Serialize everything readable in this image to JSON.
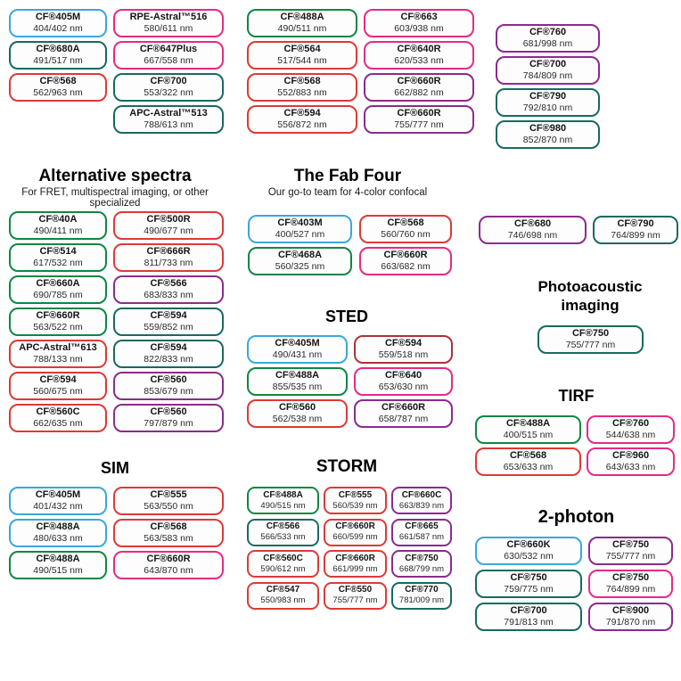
{
  "palette": {
    "blue": "#3aa7dd",
    "green": "#0e8743",
    "teal": "#186a60",
    "red": "#dd3a35",
    "darkred": "#a93439",
    "pink": "#e62a85",
    "purple": "#8c2b8c"
  },
  "groups": {
    "topLeft": {
      "columns": [
        [
          {
            "n": "CF®405M",
            "w": "404/402 nm",
            "c": "blue"
          },
          {
            "n": "CF®680A",
            "w": "491/517 nm",
            "c": "teal"
          },
          {
            "n": "CF®568",
            "w": "562/963 nm",
            "c": "red"
          }
        ],
        [
          {
            "n": "RPE-Astral™516",
            "w": "580/611 nm",
            "c": "pink"
          },
          {
            "n": "CF®647Plus",
            "w": "667/558 nm",
            "c": "pink"
          },
          {
            "n": "CF®700",
            "w": "553/322 nm",
            "c": "teal"
          },
          {
            "n": "APC-Astral™513",
            "w": "788/613 nm",
            "c": "teal"
          }
        ]
      ]
    },
    "topMiddle": {
      "columns": [
        [
          {
            "n": "CF®488A",
            "w": "490/511 nm",
            "c": "green"
          },
          {
            "n": "CF®564",
            "w": "517/544 nm",
            "c": "red"
          },
          {
            "n": "CF®568",
            "w": "552/883 nm",
            "c": "red"
          },
          {
            "n": "CF®594",
            "w": "556/872 nm",
            "c": "red"
          }
        ],
        [
          {
            "n": "CF®663",
            "w": "603/938 nm",
            "c": "pink"
          },
          {
            "n": "CF®640R",
            "w": "620/533 nm",
            "c": "pink"
          },
          {
            "n": "CF®660R",
            "w": "662/882 nm",
            "c": "purple"
          },
          {
            "n": "CF®660R",
            "w": "755/777 nm",
            "c": "purple"
          }
        ]
      ]
    },
    "topRight": {
      "columns": [
        [
          {
            "n": "CF®760",
            "w": "681/998 nm",
            "c": "purple"
          },
          {
            "n": "CF®700",
            "w": "784/809 nm",
            "c": "purple"
          },
          {
            "n": "CF®790",
            "w": "792/810 nm",
            "c": "teal"
          },
          {
            "n": "CF®980",
            "w": "852/870 nm",
            "c": "teal"
          }
        ]
      ]
    },
    "alt": {
      "title": "Alternative spectra",
      "subtitle": "For FRET, multispectral imaging, or other specialized",
      "columns": [
        [
          {
            "n": "CF®40A",
            "w": "490/411 nm",
            "c": "green"
          },
          {
            "n": "CF®514",
            "w": "617/532 nm",
            "c": "green"
          },
          {
            "n": "CF®660A",
            "w": "690/785 nm",
            "c": "green"
          },
          {
            "n": "CF®660R",
            "w": "563/522 nm",
            "c": "green"
          },
          {
            "n": "APC-Astral™613",
            "w": "788/133 nm",
            "c": "red"
          },
          {
            "n": "CF®594",
            "w": "560/675 nm",
            "c": "red"
          },
          {
            "n": "CF®560C",
            "w": "662/635 nm",
            "c": "red"
          }
        ],
        [
          {
            "n": "CF®500R",
            "w": "490/677 nm",
            "c": "red"
          },
          {
            "n": "CF®666R",
            "w": "811/733 nm",
            "c": "red"
          },
          {
            "n": "CF®566",
            "w": "683/833 nm",
            "c": "purple"
          },
          {
            "n": "CF®594",
            "w": "559/852 nm",
            "c": "teal"
          },
          {
            "n": "CF®594",
            "w": "822/833 nm",
            "c": "teal"
          },
          {
            "n": "CF®560",
            "w": "853/679 nm",
            "c": "purple"
          },
          {
            "n": "CF®560",
            "w": "797/879 nm",
            "c": "purple"
          }
        ]
      ]
    },
    "fabFour": {
      "title": "The Fab Four",
      "subtitle": "Our go-to team for 4-color confocal",
      "columns": [
        [
          {
            "n": "CF®403M",
            "w": "400/527 nm",
            "c": "blue"
          },
          {
            "n": "CF®468A",
            "w": "560/325 nm",
            "c": "green"
          }
        ],
        [
          {
            "n": "CF®568",
            "w": "560/760 nm",
            "c": "red"
          },
          {
            "n": "CF®660R",
            "w": "663/682 nm",
            "c": "pink"
          }
        ]
      ]
    },
    "nearIR": {
      "columns": [
        [
          {
            "n": "CF®680",
            "w": "746/698 nm",
            "c": "purple"
          }
        ],
        [
          {
            "n": "CF®790",
            "w": "764/899 nm",
            "c": "teal"
          }
        ]
      ]
    },
    "photoacoustic": {
      "title": "Photoacoustic imaging",
      "columns": [
        [
          {
            "n": "CF®750",
            "w": "755/777 nm",
            "c": "teal"
          }
        ]
      ]
    },
    "sted": {
      "title": "STED",
      "columns": [
        [
          {
            "n": "CF®405M",
            "w": "490/431 nm",
            "c": "blue"
          },
          {
            "n": "CF®488A",
            "w": "855/535 nm",
            "c": "green"
          },
          {
            "n": "CF®560",
            "w": "562/538 nm",
            "c": "red"
          }
        ],
        [
          {
            "n": "CF®594",
            "w": "559/518 nm",
            "c": "darkred"
          },
          {
            "n": "CF®640",
            "w": "653/630 nm",
            "c": "pink"
          },
          {
            "n": "CF®660R",
            "w": "658/787 nm",
            "c": "purple"
          }
        ]
      ]
    },
    "tirf": {
      "title": "TIRF",
      "columns": [
        [
          {
            "n": "CF®488A",
            "w": "400/515 nm",
            "c": "green"
          },
          {
            "n": "CF®568",
            "w": "653/633 nm",
            "c": "red"
          }
        ],
        [
          {
            "n": "CF®760",
            "w": "544/638 nm",
            "c": "pink"
          },
          {
            "n": "CF®960",
            "w": "643/633 nm",
            "c": "pink"
          }
        ]
      ]
    },
    "sim": {
      "title": "SIM",
      "columns": [
        [
          {
            "n": "CF®405M",
            "w": "401/432 nm",
            "c": "blue"
          },
          {
            "n": "CF®488A",
            "w": "480/633 nm",
            "c": "blue"
          },
          {
            "n": "CF®488A",
            "w": "490/515 nm",
            "c": "green"
          }
        ],
        [
          {
            "n": "CF®555",
            "w": "563/550 nm",
            "c": "red"
          },
          {
            "n": "CF®568",
            "w": "563/583 nm",
            "c": "red"
          },
          {
            "n": "CF®660R",
            "w": "643/870 nm",
            "c": "pink"
          }
        ]
      ]
    },
    "storm": {
      "title": "STORM",
      "columns": [
        [
          {
            "n": "CF®488A",
            "w": "490/515 nm",
            "c": "green"
          },
          {
            "n": "CF®566",
            "w": "566/533 nm",
            "c": "teal"
          },
          {
            "n": "CF®560C",
            "w": "590/612 nm",
            "c": "red"
          },
          {
            "n": "CF®547",
            "w": "550/983 nm",
            "c": "red"
          }
        ],
        [
          {
            "n": "CF®555",
            "w": "560/539 nm",
            "c": "red"
          },
          {
            "n": "CF®660R",
            "w": "660/599 nm",
            "c": "red"
          },
          {
            "n": "CF®660R",
            "w": "661/999 nm",
            "c": "red"
          },
          {
            "n": "CF®550",
            "w": "755/777 nm",
            "c": "red"
          }
        ],
        [
          {
            "n": "CF®660C",
            "w": "663/839 nm",
            "c": "purple"
          },
          {
            "n": "CF®665",
            "w": "661/587 nm",
            "c": "purple"
          },
          {
            "n": "CF®750",
            "w": "668/799 nm",
            "c": "purple"
          },
          {
            "n": "CF®770",
            "w": "781/009 nm",
            "c": "teal"
          }
        ]
      ]
    },
    "twoPhoton": {
      "title": "2-photon",
      "columns": [
        [
          {
            "n": "CF®660K",
            "w": "630/532 nm",
            "c": "blue"
          },
          {
            "n": "CF®750",
            "w": "759/775 nm",
            "c": "teal"
          },
          {
            "n": "CF®700",
            "w": "791/813 nm",
            "c": "teal"
          }
        ],
        [
          {
            "n": "CF®750",
            "w": "755/777 nm",
            "c": "purple"
          },
          {
            "n": "CF®750",
            "w": "764/899 nm",
            "c": "pink"
          },
          {
            "n": "CF®900",
            "w": "791/870 nm",
            "c": "purple"
          }
        ]
      ]
    }
  }
}
